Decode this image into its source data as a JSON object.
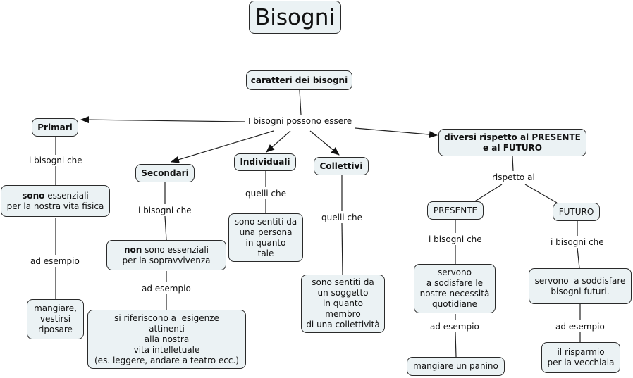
{
  "title": "Bisogni",
  "nodes": {
    "root": "caratteri dei bisogni",
    "primari": "Primari",
    "secondari": "Secondari",
    "individuali": "Individuali",
    "collettivi": "Collettivi",
    "diversi": [
      "diversi rispetto al PRESENTE",
      "e al FUTURO"
    ],
    "presente": "PRESENTE",
    "futuro": "FUTURO",
    "primari_desc": {
      "bold": "sono",
      "rest": " essenziali",
      "line2": "per la nostra vita fisica"
    },
    "primari_example": [
      "mangiare,",
      "vestirsi",
      "riposare"
    ],
    "secondari_desc": {
      "bold": "non",
      "rest": " sono essenziali",
      "line2": "per la sopravvivenza"
    },
    "secondari_example": [
      "si riferiscono a  esigenze",
      "attinenti",
      "alla nostra",
      "vita intelletuale",
      "(es. leggere, andare a teatro ecc.)"
    ],
    "individuali_desc": [
      "sono sentiti da",
      "una persona",
      "in quanto",
      "tale"
    ],
    "collettivi_desc": [
      "sono sentiti da",
      "un soggetto",
      "in quanto",
      "membro",
      "di una collettività"
    ],
    "presente_desc": [
      "servono",
      "a sodisfare le",
      "nostre necessità",
      "quotidiane"
    ],
    "presente_example": "mangiare un panino",
    "futuro_desc": [
      "servono  a soddisfare",
      "bisogni futuri."
    ],
    "futuro_example": [
      "il risparmio",
      "per la vecchiaia"
    ]
  },
  "labels": {
    "possono_essere": "I bisogni possono essere",
    "primari_link": "i bisogni che",
    "primari_example_link": "ad esempio",
    "secondari_link": "i bisogni che",
    "secondari_example_link": "ad esempio",
    "individuali_link": "quelli che",
    "collettivi_link": "quelli che",
    "rispetto_al": "rispetto al",
    "presente_link": "i bisogni che",
    "presente_example_link": "ad esempio",
    "futuro_link": "i bisogni che",
    "futuro_example_link": "ad esempio"
  },
  "colors": {
    "node_fill": "#ebf2f4",
    "node_border": "#2a2a2a",
    "line": "#222222"
  }
}
